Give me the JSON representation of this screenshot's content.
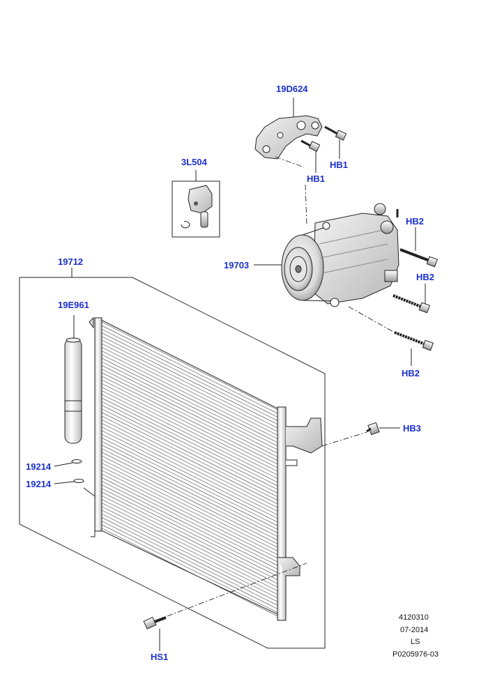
{
  "callouts": {
    "bracket": "19D624",
    "hb1_upper": "HB1",
    "hb1_lower": "HB1",
    "connector": "3L504",
    "condenser": "19712",
    "compressor": "19703",
    "hb2_upper": "HB2",
    "hb2_middle": "HB2",
    "hb2_lower": "HB2",
    "drier": "19E961",
    "hb3": "HB3",
    "oring_upper": "19214",
    "oring_lower": "19214",
    "hs1": "HS1"
  },
  "footer": {
    "line1": "4120310",
    "line2": "07-2014",
    "line3": "LS",
    "line4": "P0205976-03"
  },
  "colors": {
    "callout": "#1a2fd0",
    "line": "#222222"
  }
}
